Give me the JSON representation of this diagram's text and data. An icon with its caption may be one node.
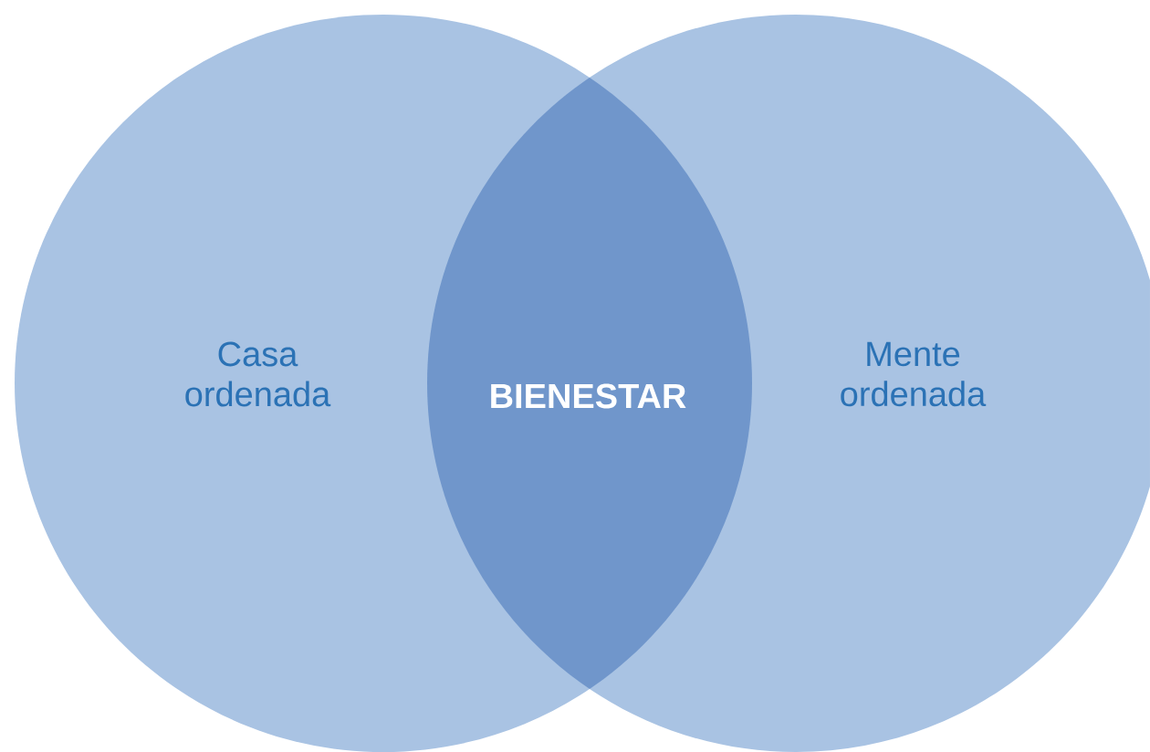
{
  "diagram": {
    "nodes": [
      {
        "text": [
          "Casa ordenada"
        ]
      },
      {
        "text": [
          "BIENESTAR"
        ]
      },
      {
        "text": [
          "Mente ordenada"
        ]
      }
    ]
  }
}
